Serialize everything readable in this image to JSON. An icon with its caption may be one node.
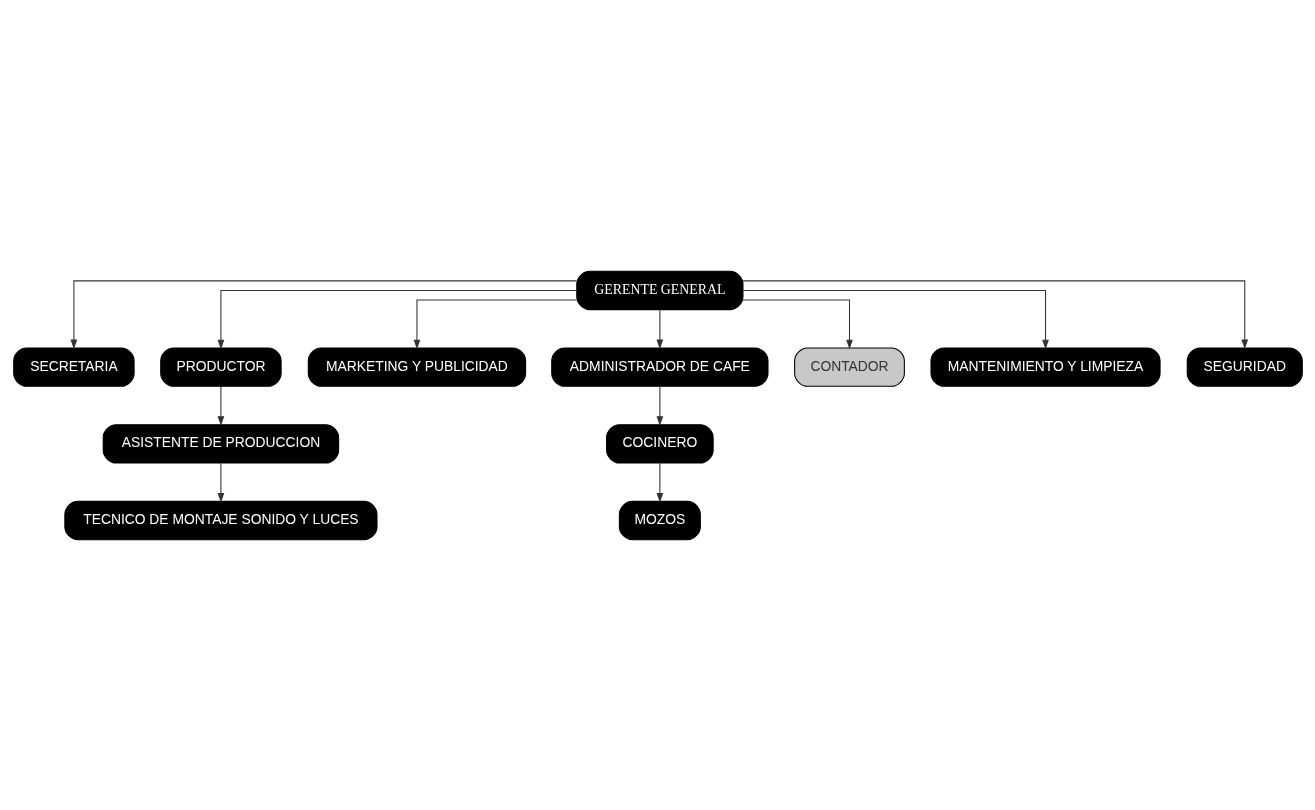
{
  "diagram": {
    "nodes": [
      {
        "text": [
          "GERENTE GENERAL"
        ]
      },
      {
        "text": [
          "SECRETARIA"
        ]
      },
      {
        "text": [
          "PRODUCTOR"
        ]
      },
      {
        "text": [
          "MARKETING Y PUBLICIDAD"
        ]
      },
      {
        "text": [
          "ADMINISTRADOR DE CAFE"
        ]
      },
      {
        "text": [
          "CONTADOR"
        ]
      },
      {
        "text": [
          "ASISTENTE DE PRODUCCION"
        ]
      },
      {
        "text": [
          "COCINERO"
        ]
      },
      {
        "text": [
          "MOZOS"
        ]
      },
      {
        "text": [
          "TECNICO DE MONTAJE SONIDO Y LUCES"
        ]
      },
      {
        "text": [
          "MANTENIMIENTO Y LIMPIEZA"
        ]
      },
      {
        "text": [
          "SEGURIDAD"
        ]
      }
    ],
    "edges": [
      {
        "from": 0,
        "to": 1,
        "arrow": "to"
      },
      {
        "from": 0,
        "to": 2,
        "arrow": "to"
      },
      {
        "from": 0,
        "to": 3,
        "arrow": "to"
      },
      {
        "from": 0,
        "to": 10,
        "arrow": "to"
      },
      {
        "from": 0,
        "to": 4,
        "arrow": "to"
      },
      {
        "from": 0,
        "to": 11,
        "arrow": "to"
      },
      {
        "from": 0,
        "to": 5,
        "arrow": "to"
      },
      {
        "from": 2,
        "to": 6,
        "arrow": "to"
      },
      {
        "from": 6,
        "to": 9,
        "arrow": "to"
      },
      {
        "from": 4,
        "to": 7,
        "arrow": "to"
      },
      {
        "from": 7,
        "to": 8,
        "arrow": "to"
      }
    ]
  }
}
